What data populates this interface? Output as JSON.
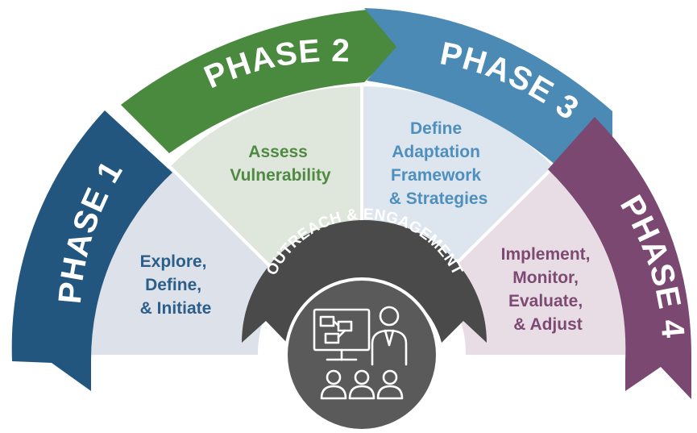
{
  "phases": [
    {
      "label": "PHASE 1",
      "description": [
        "Explore,",
        "Define,",
        "& Initiate"
      ],
      "color": "#23567f",
      "sector_color": "#dde2ea",
      "text_color": "#2b5f8a"
    },
    {
      "label": "PHASE 2",
      "description": [
        "Assess",
        "Vulnerability"
      ],
      "color": "#4a8a3e",
      "sector_color": "#dfe6dc",
      "text_color": "#4f8a43"
    },
    {
      "label": "PHASE 3",
      "description": [
        "Define",
        "Adaptation",
        "Framework",
        "& Strategies"
      ],
      "color": "#4b8ab5",
      "sector_color": "#dde6ef",
      "text_color": "#4f8fbd"
    },
    {
      "label": "PHASE 4",
      "description": [
        "Implement,",
        "Monitor,",
        "Evaluate,",
        "& Adjust"
      ],
      "color": "#7a4870",
      "sector_color": "#e8dde5",
      "text_color": "#7c4a72"
    }
  ],
  "center": {
    "banner_text": "OUTREACH & ENGAGEMENT",
    "banner_color": "#4a4a4a",
    "icon_name": "presentation-audience-icon",
    "circle_color": "#5a5a5a"
  }
}
